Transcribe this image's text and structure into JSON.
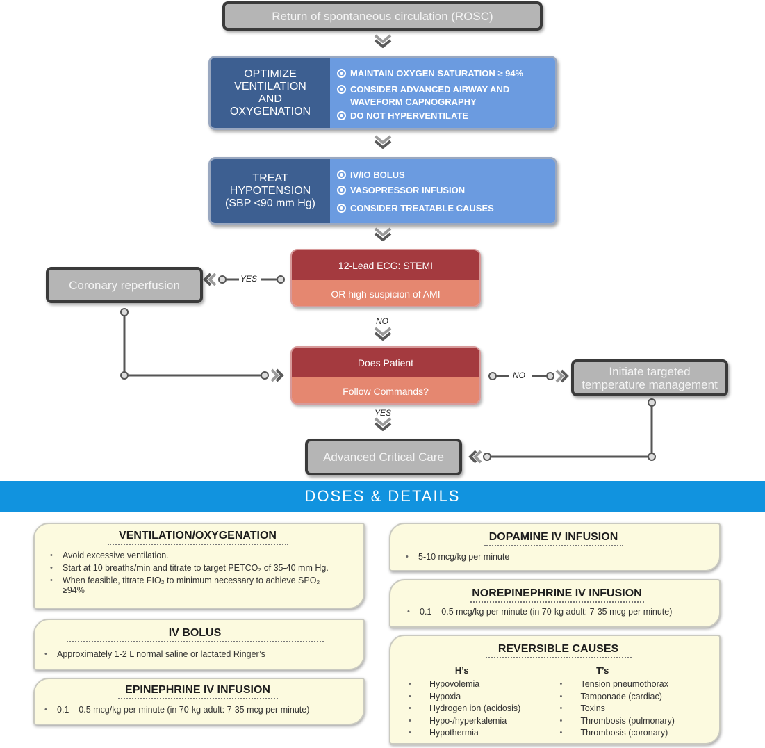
{
  "flow": {
    "rosc": "Return of spontaneous circulation (ROSC)",
    "ventilation": {
      "title_lines": [
        "OPTIMIZE",
        "VENTILATION",
        "AND",
        "OXYGENATION"
      ],
      "items": [
        "MAINTAIN OXYGEN SATURATION ≥ 94%",
        "CONSIDER ADVANCED AIRWAY AND WAVEFORM CAPNOGRAPHY",
        "DO NOT HYPERVENTILATE"
      ]
    },
    "hypotension": {
      "title_lines": [
        "TREAT",
        "HYPOTENSION",
        "(SBP <90 mm Hg)"
      ],
      "items": [
        "IV/IO BOLUS",
        "VASOPRESSOR INFUSION",
        "CONSIDER TREATABLE CAUSES"
      ]
    },
    "ecg": {
      "top": "12-Lead ECG: STEMI",
      "bottom": "OR high suspicion of AMI"
    },
    "coronary": "Coronary reperfusion",
    "yes1": "YES",
    "no1": "NO",
    "commands": {
      "top": "Does Patient",
      "bottom": "Follow Commands?"
    },
    "no2": "NO",
    "temperature": "Initiate targeted temperature management",
    "yes2": "YES",
    "critical": "Advanced Critical Care"
  },
  "banner": "DOSES & DETAILS",
  "cards": {
    "ventilation": {
      "title": "VENTILATION/OXYGENATION",
      "items": [
        "Avoid excessive ventilation.",
        "Start at 10 breaths/min and titrate to target PETCO₂ of 35-40 mm Hg.",
        "When feasible, titrate FIO₂ to minimum necessary to achieve SPO₂ ≥94%"
      ]
    },
    "bolus": {
      "title": "IV BOLUS",
      "items": [
        "Approximately 1-2 L normal saline or lactated Ringer’s"
      ]
    },
    "epinephrine": {
      "title": "EPINEPHRINE IV INFUSION",
      "items": [
        "0.1 – 0.5 mcg/kg per minute (in 70-kg adult: 7-35 mcg per minute)"
      ]
    },
    "dopamine": {
      "title": "DOPAMINE IV INFUSION",
      "items": [
        "5-10 mcg/kg per minute"
      ]
    },
    "norepinephrine": {
      "title": "NOREPINEPHRINE IV INFUSION",
      "items": [
        "0.1 – 0.5 mcg/kg per minute (in 70-kg adult: 7-35 mcg per minute)"
      ]
    },
    "reversible": {
      "title": "REVERSIBLE CAUSES",
      "h_title": "H’s",
      "h_items": [
        "Hypovolemia",
        "Hypoxia",
        "Hydrogen ion (acidosis)",
        "Hypo-/hyperkalemia",
        "Hypothermia"
      ],
      "t_title": "T’s",
      "t_items": [
        "Tension pneumothorax",
        "Tamponade (cardiac)",
        "Toxins",
        "Thrombosis (pulmonary)",
        "Thrombosis (coronary)"
      ]
    }
  },
  "colors": {
    "gray_box": "#b5b5b5",
    "blue_dark": "#3d5f91",
    "blue_light": "#6b9be0",
    "red_dark": "#a43a3f",
    "red_light": "#e58770",
    "banner": "#1193df",
    "card": "#fcfadf"
  }
}
